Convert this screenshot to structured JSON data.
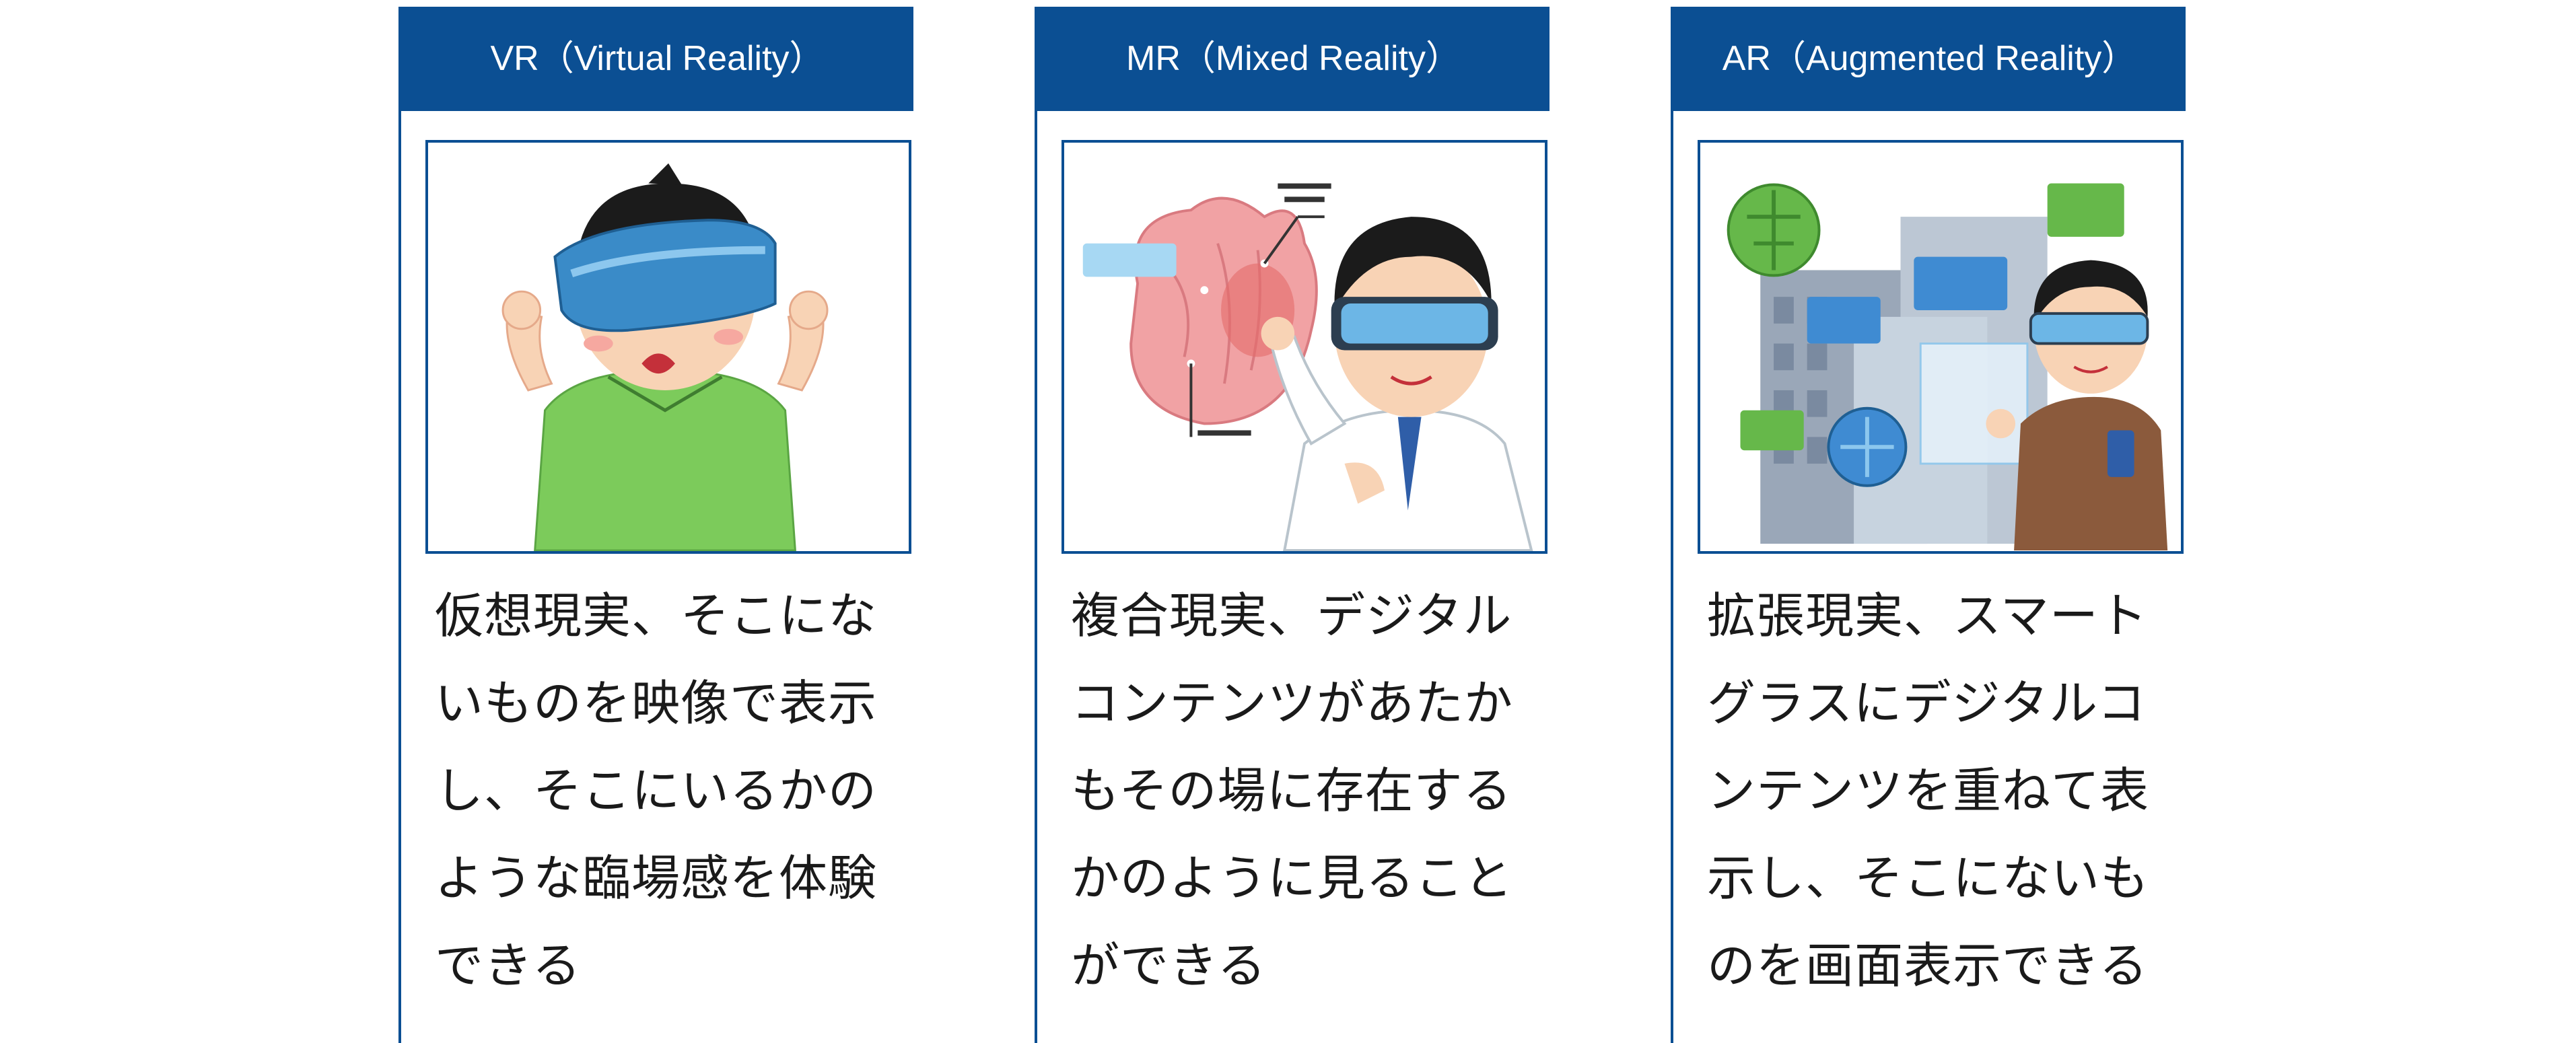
{
  "cards": [
    {
      "header": "VR（Virtual Reality）",
      "illustration": "person-with-vr-headset",
      "lines": [
        "仮想現実、そこにな",
        "いものを映像で表示",
        "し、そこにいるかの",
        "ような臨場感を体験",
        "できる"
      ]
    },
    {
      "header": "MR（Mixed Reality）",
      "illustration": "doctor-with-mr-glasses-and-heart-hologram",
      "lines": [
        "複合現実、デジタル",
        "コンテンツがあたか",
        "もその場に存在する",
        "かのように見ること",
        "ができる"
      ]
    },
    {
      "header": "AR（Augmented Reality）",
      "illustration": "person-with-ar-glasses-and-city-overlays",
      "lines": [
        "拡張現実、スマート",
        "グラスにデジタルコ",
        "ンテンツを重ねて表",
        "示し、そこにないも",
        "のを画面表示できる"
      ]
    }
  ],
  "colors": {
    "header_bg": "#0b4f93",
    "border": "#0b4f93",
    "text": "#1a1a1a"
  }
}
